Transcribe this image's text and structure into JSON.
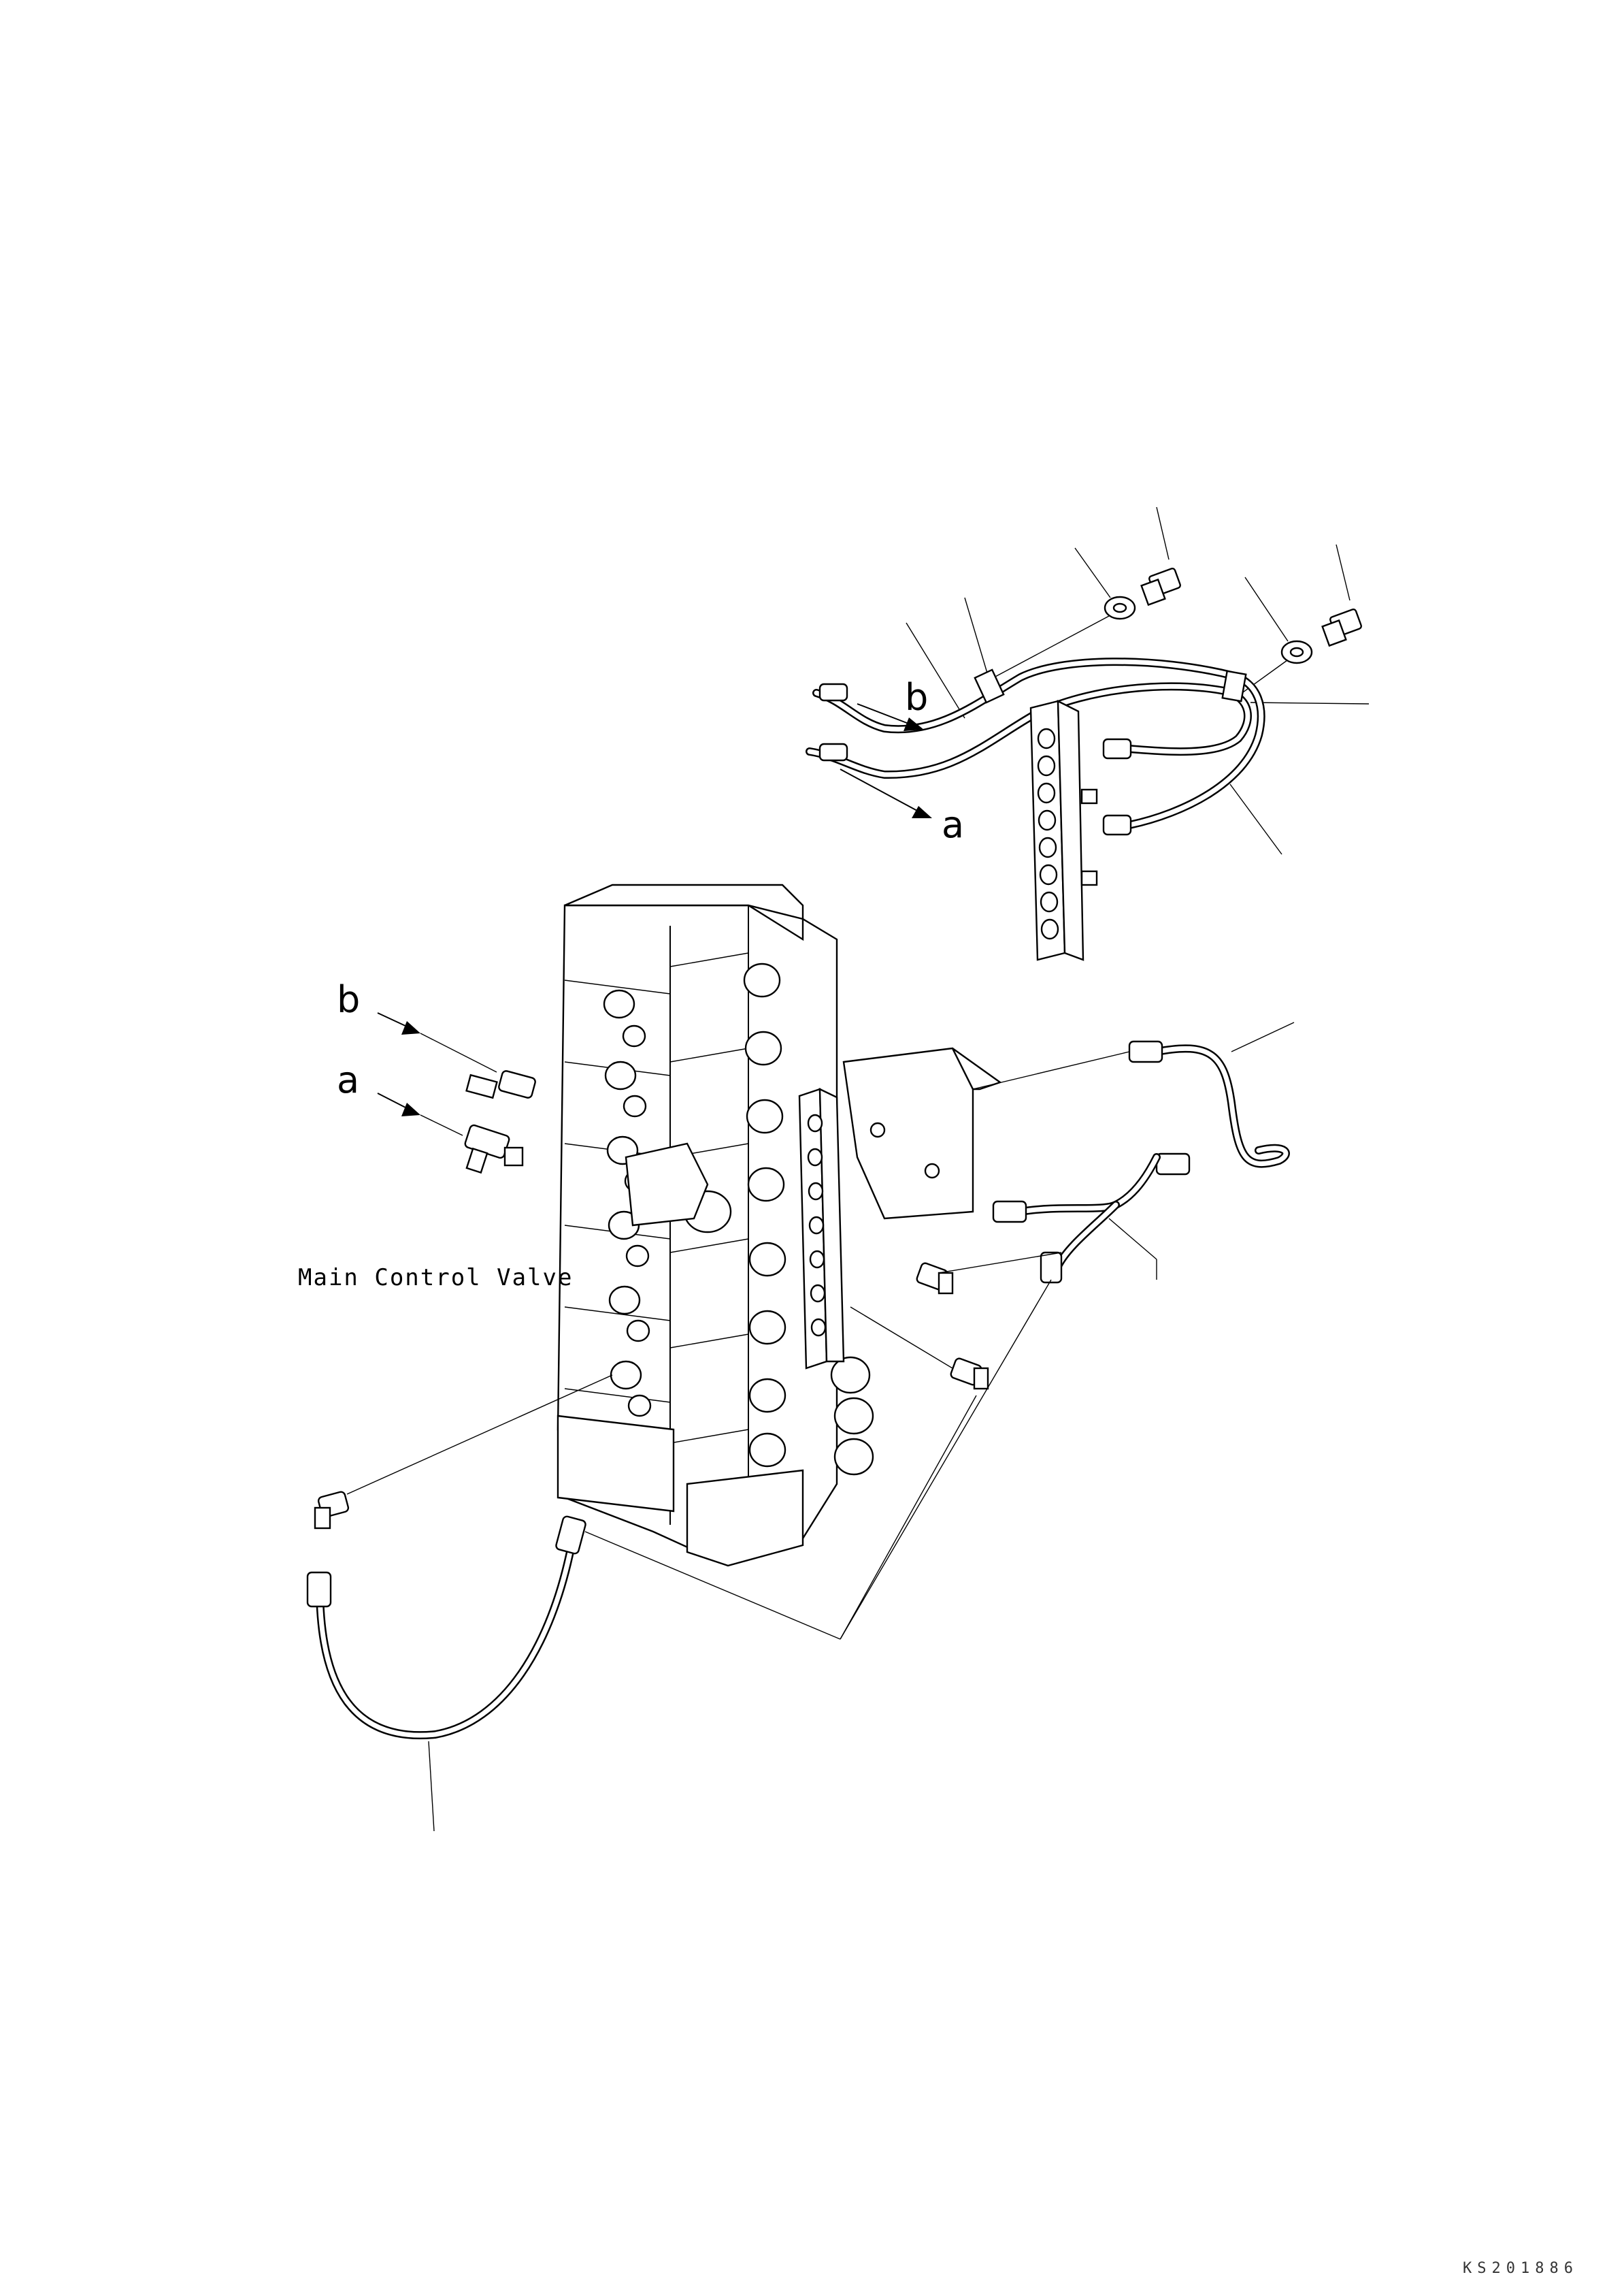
{
  "labels": {
    "upper_b": "b",
    "upper_a": "a",
    "left_b": "b",
    "left_a": "a",
    "main_valve": "Main Control Valve",
    "drawing_code": "KS201886"
  },
  "icons": {
    "arrow": "arrow-icon",
    "hose": "hydraulic-hose-icon",
    "bolt": "bolt-icon",
    "washer": "washer-icon",
    "fitting": "elbow-fitting-icon",
    "valve_block": "control-valve-icon",
    "manifold": "manifold-block-icon"
  },
  "colors": {
    "line": "#000000",
    "background": "#ffffff"
  }
}
